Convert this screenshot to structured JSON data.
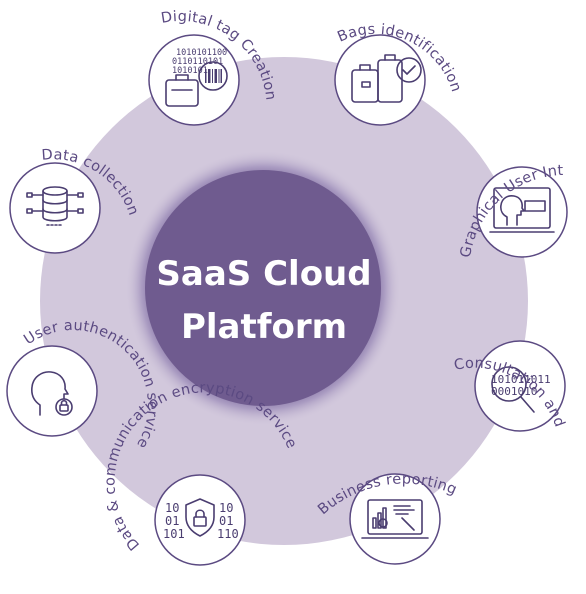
{
  "center": {
    "line1": "SaaS Cloud",
    "line2": "Platform"
  },
  "colors": {
    "ring": "#d2c8dc",
    "core": "#6f5b8f",
    "core_glow": "#8a78ad",
    "icon_stroke": "#4a3d70",
    "label": "#5b4a82",
    "node_border": "#5b4a82"
  },
  "nodes": [
    {
      "id": "digital-tag",
      "label": "Digital tag Creation",
      "icon": "luggage-barcode-icon",
      "binary_lines": [
        "1010101100",
        "0110110101",
        "1010101"
      ]
    },
    {
      "id": "bags-identification",
      "label": "Bags identification",
      "icon": "luggage-check-icon"
    },
    {
      "id": "gui",
      "label": "Graphical User Interface",
      "icon": "monitor-user-icon"
    },
    {
      "id": "consultation",
      "label": "Consultation and search services",
      "icon": "binary-magnifier-icon",
      "binary_lines": [
        "101011011",
        "0001010"
      ]
    },
    {
      "id": "business-reporting",
      "label": "Business reporting",
      "icon": "laptop-report-icon"
    },
    {
      "id": "encryption",
      "label": "Data & communication encryption service",
      "icon": "shield-lock-icon",
      "binary_left": [
        "10",
        "01",
        "101"
      ],
      "binary_right": [
        "10",
        "01",
        "110"
      ]
    },
    {
      "id": "user-auth",
      "label": "User authentication service",
      "icon": "head-lock-icon"
    },
    {
      "id": "data-collection",
      "label": "Data collection",
      "icon": "database-icon"
    }
  ]
}
